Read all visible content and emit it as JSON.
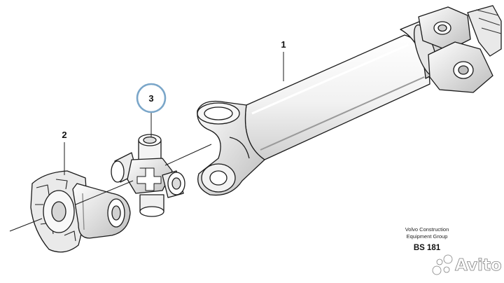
{
  "callouts": [
    {
      "id": "1",
      "label": "1"
    },
    {
      "id": "2",
      "label": "2"
    },
    {
      "id": "3",
      "label": "3"
    }
  ],
  "highlight_color": "#7aa6c9",
  "credit": {
    "line1": "Volvo Construction",
    "line2": "Equipment Group",
    "code": "BS 181"
  },
  "watermark": {
    "text": "Avito",
    "icon": "avito-dots-icon"
  }
}
